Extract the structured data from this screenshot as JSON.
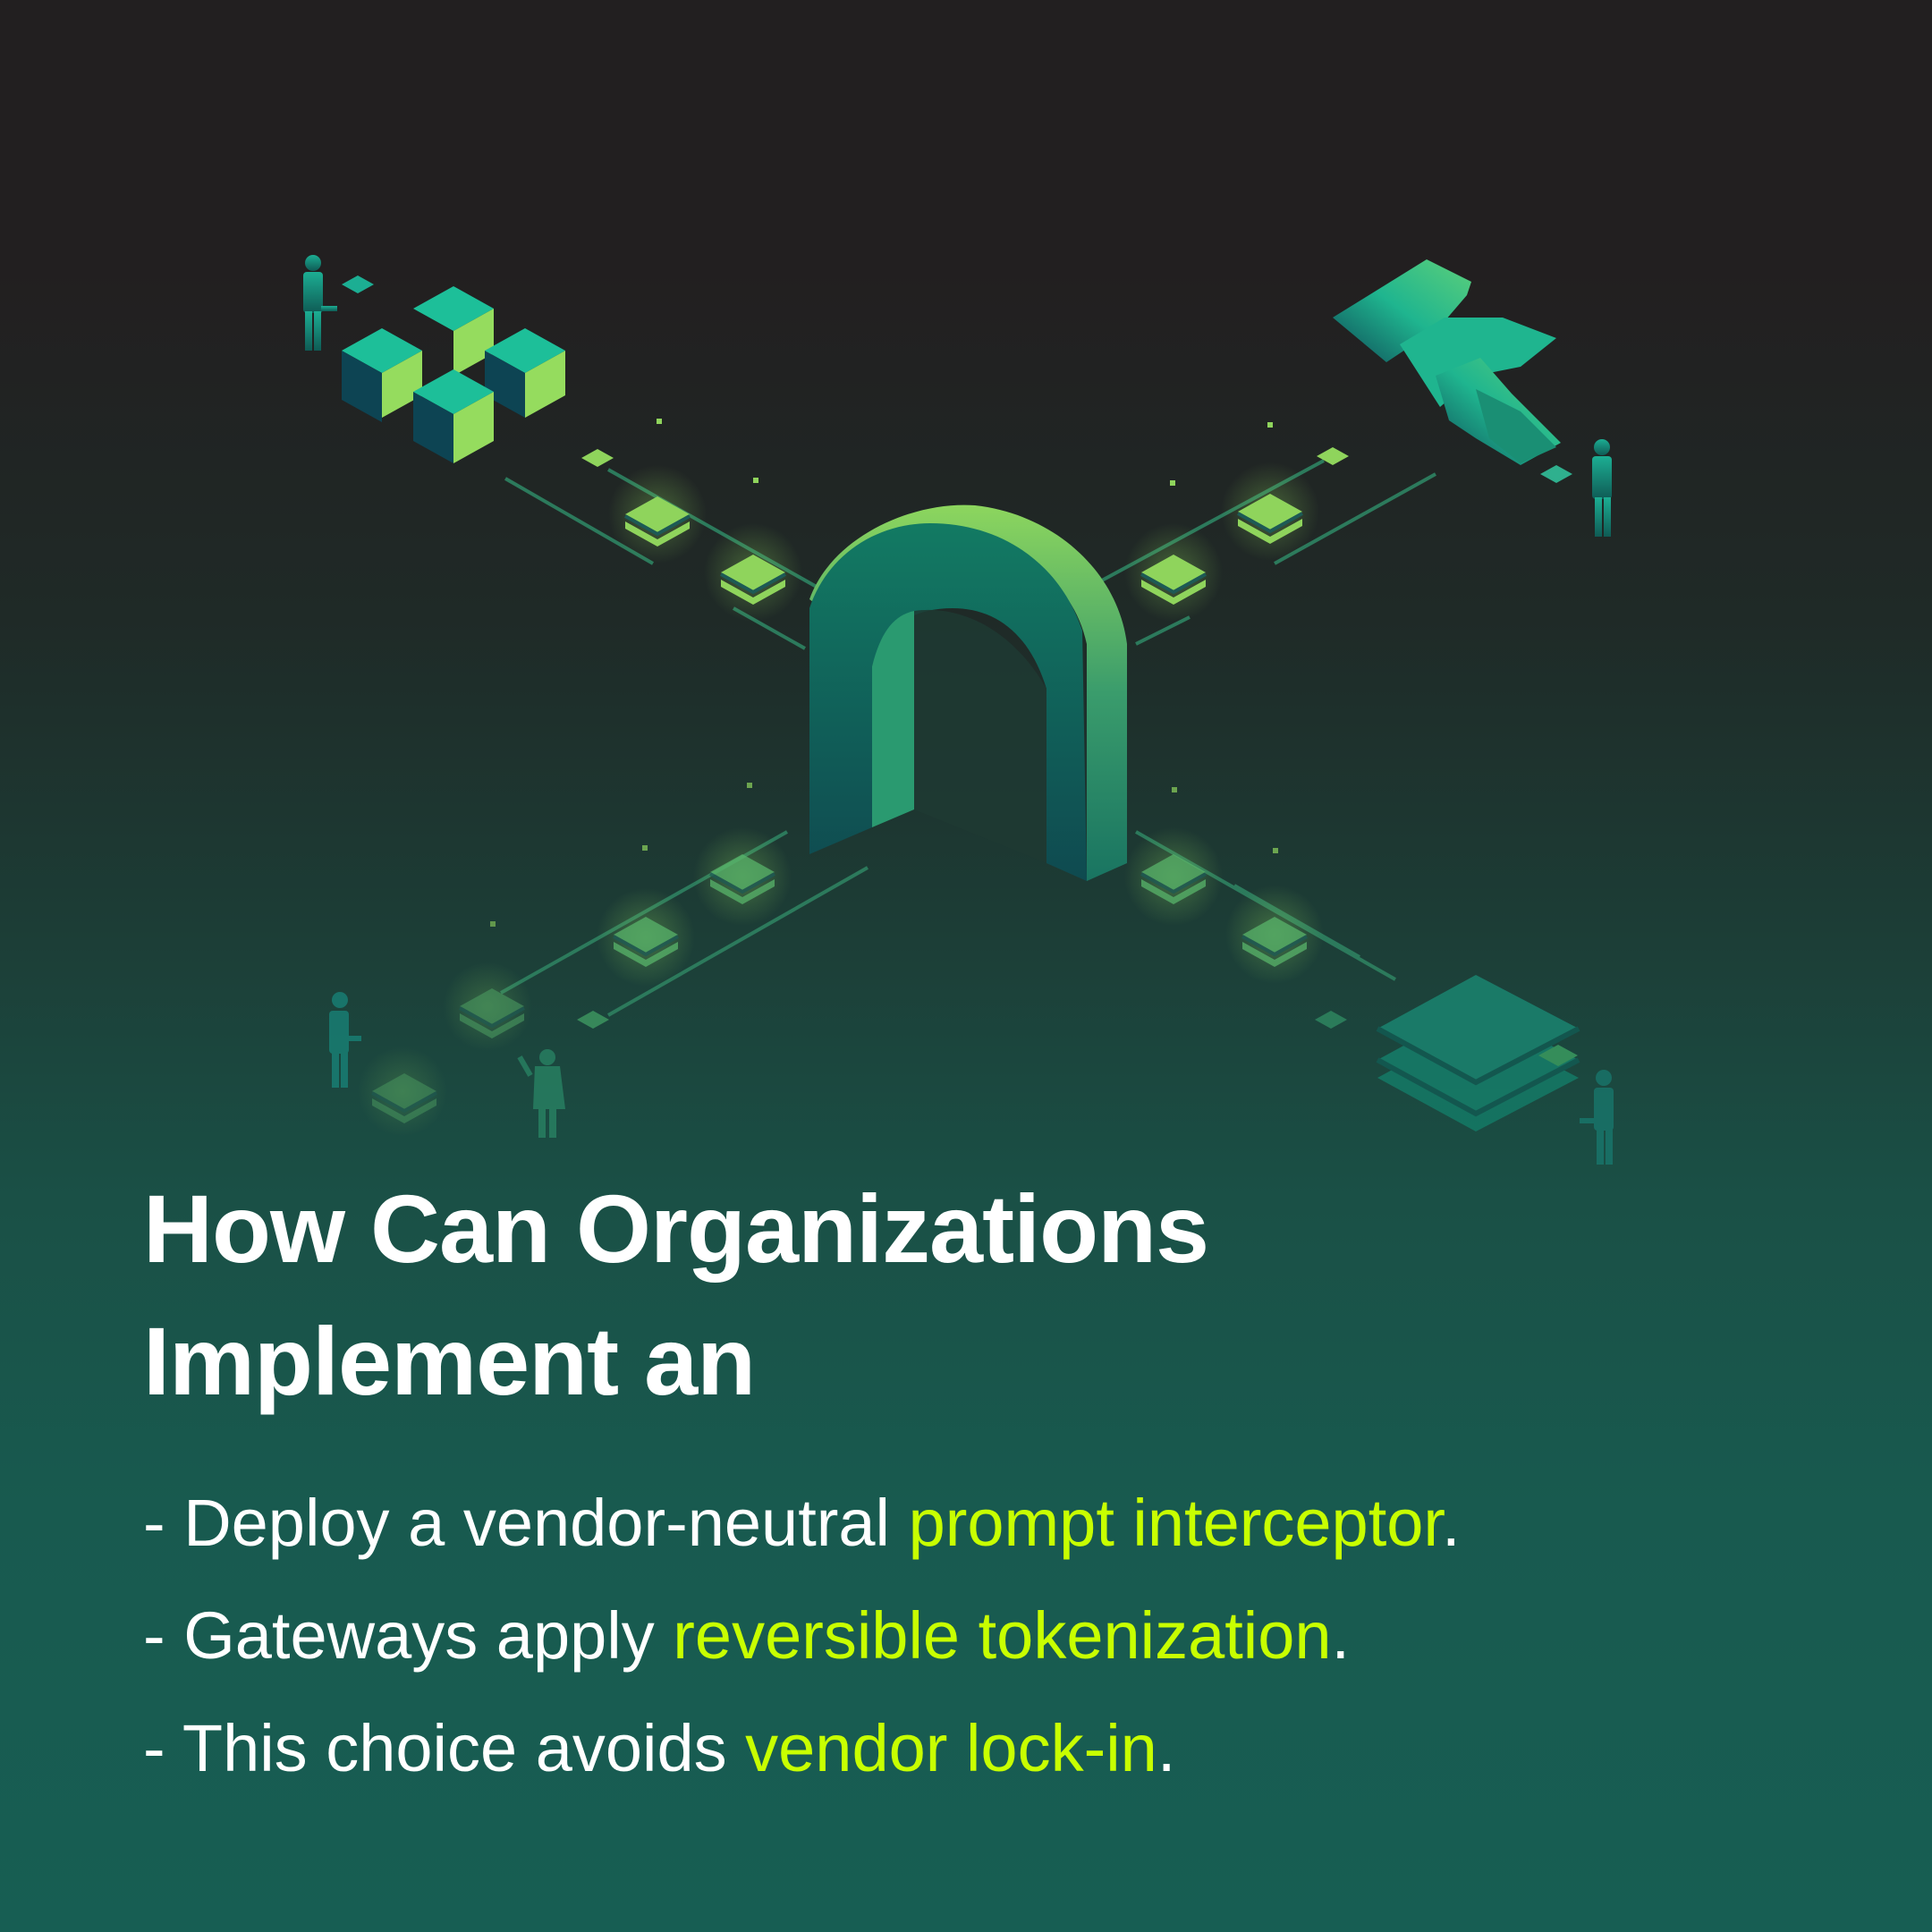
{
  "colors": {
    "background_top": "#221f20",
    "background_bottom": "#175e53",
    "title_text": "#ffffff",
    "body_text": "#ffffff",
    "accent": "#c8ff00",
    "shape_light_green": "#8fd45c",
    "shape_teal": "#1fb58f",
    "shape_dark_teal": "#0e4a52"
  },
  "illustration": {
    "description": "Isometric network diagram with a central arch gateway connected to four corner nodes",
    "center": "arch-gateway-icon",
    "corners": {
      "top_left": "cube-cluster-icon",
      "top_right": "ribbon-logo-icon",
      "bottom_left": "people-with-tiles-icon",
      "bottom_right": "layered-stack-icon"
    }
  },
  "heading": {
    "line1": "How Can Organizations",
    "line2": "Implement an"
  },
  "bullets": [
    {
      "prefix": "- Deploy a vendor-neutral ",
      "highlight": "prompt interceptor",
      "suffix": "."
    },
    {
      "prefix": "- Gateways apply ",
      "highlight": "reversible tokenization",
      "suffix": "."
    },
    {
      "prefix": "- This choice avoids ",
      "highlight": "vendor lock-in",
      "suffix": "."
    }
  ]
}
